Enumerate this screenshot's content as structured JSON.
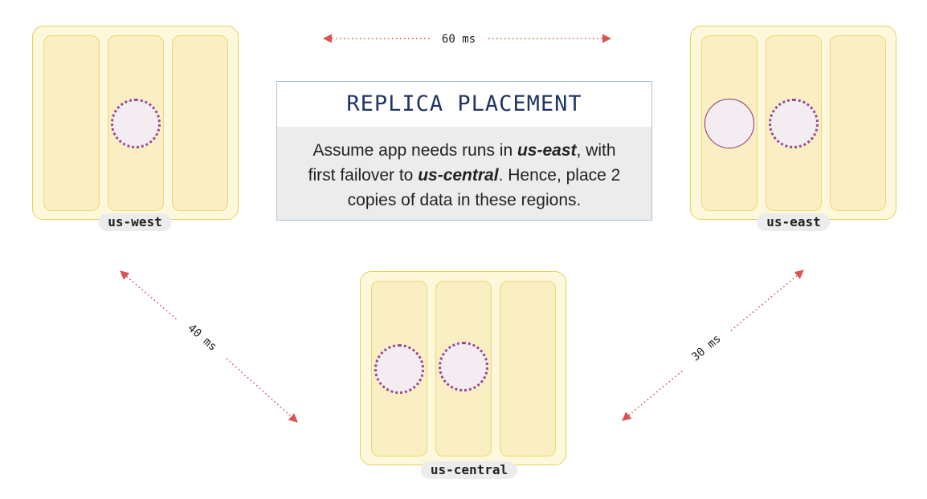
{
  "title": "REPLICA PLACEMENT",
  "description": {
    "line1_pre": "Assume app needs runs in ",
    "line1_em": "us-east",
    "line1_post": ", with",
    "line2_pre": "first failover to ",
    "line2_em": "us-central",
    "line2_post": ". Hence, place 2",
    "line3": "copies of data in these regions."
  },
  "regions": {
    "west": {
      "label": "us-west",
      "zones": 3,
      "replicas": [
        {
          "zone": 2,
          "state": "placeholder"
        }
      ]
    },
    "east": {
      "label": "us-east",
      "zones": 3,
      "replicas": [
        {
          "zone": 1,
          "state": "placed"
        },
        {
          "zone": 2,
          "state": "placeholder"
        }
      ]
    },
    "central": {
      "label": "us-central",
      "zones": 3,
      "replicas": [
        {
          "zone": 1,
          "state": "placeholder"
        },
        {
          "zone": 2,
          "state": "placeholder"
        }
      ]
    }
  },
  "latencies": {
    "west_east": "60 ms",
    "west_central": "40 ms",
    "central_east": "30 ms"
  },
  "colors": {
    "region_fill": "#fdf8dc",
    "region_border": "#e9cf55",
    "zone_fill": "#f9efc2",
    "replica_fill": "#f3edf2",
    "replica_border": "#9b4b86",
    "arrow": "#d9534f",
    "title": "#1f3565"
  }
}
